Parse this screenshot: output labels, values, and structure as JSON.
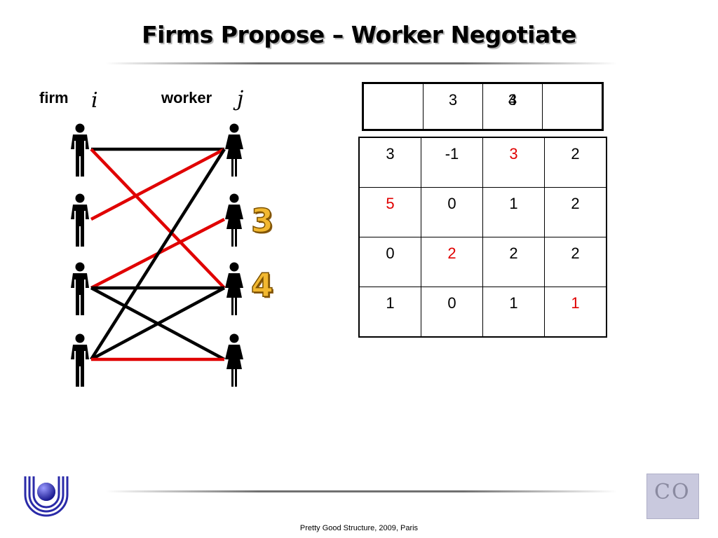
{
  "title": "Firms Propose – Worker Negotiate",
  "labels": {
    "firm": "firm",
    "firm_var": "i",
    "worker": "worker",
    "worker_var": "j"
  },
  "header_row": [
    "",
    "3",
    "3",
    ""
  ],
  "header_overlap": "4",
  "matrix": [
    [
      {
        "v": "3",
        "red": false
      },
      {
        "v": "-1",
        "red": false
      },
      {
        "v": "3",
        "red": true
      },
      {
        "v": "2",
        "red": false
      }
    ],
    [
      {
        "v": "5",
        "red": true
      },
      {
        "v": "0",
        "red": false
      },
      {
        "v": "1",
        "red": false
      },
      {
        "v": "2",
        "red": false
      }
    ],
    [
      {
        "v": "0",
        "red": false
      },
      {
        "v": "2",
        "red": true
      },
      {
        "v": "2",
        "red": false
      },
      {
        "v": "2",
        "red": false
      }
    ],
    [
      {
        "v": "1",
        "red": false
      },
      {
        "v": "0",
        "red": false
      },
      {
        "v": "1",
        "red": false
      },
      {
        "v": "1",
        "red": true
      }
    ]
  ],
  "edges": [
    {
      "firm": 0,
      "worker": 0,
      "color": "#000000"
    },
    {
      "firm": 0,
      "worker": 2,
      "color": "#e00000"
    },
    {
      "firm": 1,
      "worker": 0,
      "color": "#e00000"
    },
    {
      "firm": 2,
      "worker": 1,
      "color": "#e00000"
    },
    {
      "firm": 2,
      "worker": 2,
      "color": "#000000"
    },
    {
      "firm": 2,
      "worker": 3,
      "color": "#000000"
    },
    {
      "firm": 3,
      "worker": 0,
      "color": "#000000"
    },
    {
      "firm": 3,
      "worker": 2,
      "color": "#000000"
    },
    {
      "firm": 3,
      "worker": 3,
      "color": "#e00000"
    }
  ],
  "markers": {
    "worker_1": "3",
    "worker_2": "4"
  },
  "footer": "Pretty Good Structure, 2009, Paris",
  "logo_right_text": "CO",
  "colors": {
    "red": "#e00000",
    "black": "#000000",
    "digit_fill": "#f2b830",
    "logo_blue": "#2a2aa8"
  }
}
